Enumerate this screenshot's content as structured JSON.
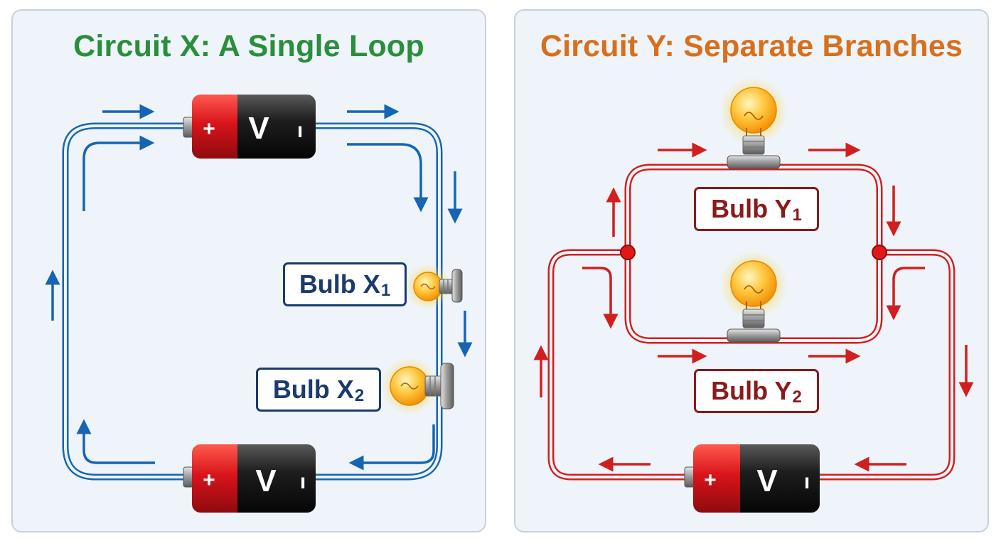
{
  "panel_x": {
    "title": "Circuit X: A Single Loop",
    "battery_top": {
      "plus": "+",
      "label": "V",
      "minus": "ı"
    },
    "battery_bottom": {
      "plus": "+",
      "label": "V",
      "minus": "ı"
    },
    "bulb_1": {
      "name": "Bulb X",
      "sub": "1"
    },
    "bulb_2": {
      "name": "Bulb X",
      "sub": "2"
    },
    "wire_color": "#1565b3"
  },
  "panel_y": {
    "title": "Circuit Y: Separate Branches",
    "battery": {
      "plus": "+",
      "label": "V",
      "minus": "ı"
    },
    "bulb_1": {
      "name": "Bulb Y",
      "sub": "1"
    },
    "bulb_2": {
      "name": "Bulb Y",
      "sub": "2"
    },
    "wire_color": "#d11f1f"
  }
}
